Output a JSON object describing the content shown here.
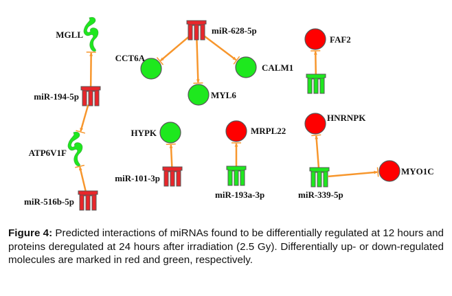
{
  "figure": {
    "type": "miRNA-protein interaction network",
    "colors": {
      "up_regulated": "#ff0000",
      "mirna_up": "#e8262b",
      "down_regulated": "#1ee81e",
      "edge": "#f7962c",
      "outline": "#555555"
    },
    "nodes": [
      {
        "id": "MGLL",
        "label": "MGLL",
        "kind": "enzyme",
        "regulation": "down"
      },
      {
        "id": "miR-194-5p",
        "label": "miR-194-5p",
        "kind": "mirna",
        "regulation": "up"
      },
      {
        "id": "ATP6V1F",
        "label": "ATP6V1F",
        "kind": "enzyme",
        "regulation": "down"
      },
      {
        "id": "miR-516b-5p",
        "label": "miR-516b-5p",
        "kind": "mirna",
        "regulation": "up"
      },
      {
        "id": "miR-628-5p",
        "label": "miR-628-5p",
        "kind": "mirna",
        "regulation": "up"
      },
      {
        "id": "CCT6A",
        "label": "CCT6A",
        "kind": "protein",
        "regulation": "down"
      },
      {
        "id": "MYL6",
        "label": "MYL6",
        "kind": "protein",
        "regulation": "down"
      },
      {
        "id": "CALM1",
        "label": "CALM1",
        "kind": "protein",
        "regulation": "down"
      },
      {
        "id": "FAF2",
        "label": "FAF2",
        "kind": "protein",
        "regulation": "up"
      },
      {
        "id": "miR-FAF2",
        "label": "",
        "kind": "mirna",
        "regulation": "down"
      },
      {
        "id": "HYPK",
        "label": "HYPK",
        "kind": "protein",
        "regulation": "down"
      },
      {
        "id": "miR-101-3p",
        "label": "miR-101-3p",
        "kind": "mirna",
        "regulation": "up"
      },
      {
        "id": "MRPL22",
        "label": "MRPL22",
        "kind": "protein",
        "regulation": "up"
      },
      {
        "id": "miR-193a-3p",
        "label": "miR-193a-3p",
        "kind": "mirna",
        "regulation": "down"
      },
      {
        "id": "HNRNPK",
        "label": "HNRNPK",
        "kind": "protein",
        "regulation": "up"
      },
      {
        "id": "miR-339-5p",
        "label": "miR-339-5p",
        "kind": "mirna",
        "regulation": "down"
      },
      {
        "id": "MYO1C",
        "label": "MYO1C",
        "kind": "protein",
        "regulation": "up"
      }
    ],
    "edges": [
      {
        "from": "miR-194-5p",
        "to": "MGLL"
      },
      {
        "from": "miR-194-5p",
        "to": "ATP6V1F"
      },
      {
        "from": "miR-516b-5p",
        "to": "ATP6V1F"
      },
      {
        "from": "miR-628-5p",
        "to": "CCT6A"
      },
      {
        "from": "miR-628-5p",
        "to": "MYL6"
      },
      {
        "from": "miR-628-5p",
        "to": "CALM1"
      },
      {
        "from": "miR-FAF2",
        "to": "FAF2"
      },
      {
        "from": "miR-101-3p",
        "to": "HYPK"
      },
      {
        "from": "miR-193a-3p",
        "to": "MRPL22"
      },
      {
        "from": "miR-339-5p",
        "to": "HNRNPK"
      },
      {
        "from": "miR-339-5p",
        "to": "MYO1C"
      }
    ]
  },
  "caption": {
    "label": "Figure 4:",
    "text": " Predicted interactions of miRNAs found to be differentially regulated at 12 hours and proteins deregulated at 24 hours after irradiation (2.5 Gy). Differentially up- or down-regulated molecules are marked in red and green, respectively."
  }
}
